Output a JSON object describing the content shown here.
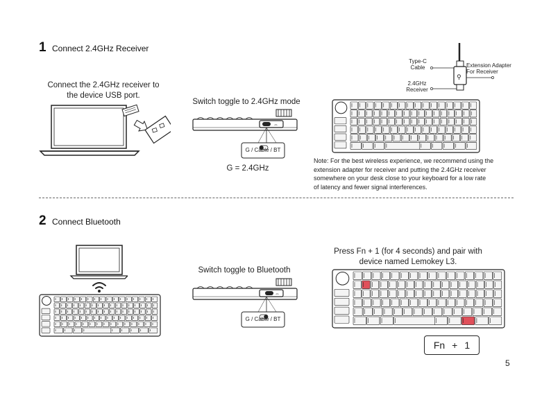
{
  "section1": {
    "number": "1",
    "title": "Connect 2.4GHz Receiver",
    "laptop_caption_line1": "Connect the 2.4GHz receiver to",
    "laptop_caption_line2": "the device USB port.",
    "toggle_caption": "Switch toggle to 2.4GHz mode",
    "toggle_label": "G / Cable / BT",
    "mode_label": "G = 2.4GHz",
    "adapter_labels": {
      "typec_line1": "Type-C",
      "typec_line2": "Cable",
      "receiver_line1": "2.4GHz",
      "receiver_line2": "Receiver",
      "adapter_line1": "Extension Adapter",
      "adapter_line2": "For Receiver"
    },
    "note_lines": [
      "Note: For the best wireless experience, we recommend using the",
      "extension adapter for receiver and putting the 2.4GHz receiver",
      "somewhere on your desk close to your keyboard for a low rate",
      "of latency and fewer signal interferences."
    ]
  },
  "section2": {
    "number": "2",
    "title": "Connect Bluetooth",
    "toggle_caption": "Switch toggle to Bluetooth",
    "toggle_label": "G / Cable / BT",
    "pair_caption_line1": "Press Fn + 1 (for 4 seconds) and pair with",
    "pair_caption_line2": "device named Lemokey L3.",
    "key_fn": "Fn",
    "key_plus": "+",
    "key_one": "1"
  },
  "page_number": "5",
  "colors": {
    "highlight_key": "#e0505a",
    "line": "#222222",
    "key_fill": "#f4f4f4"
  }
}
